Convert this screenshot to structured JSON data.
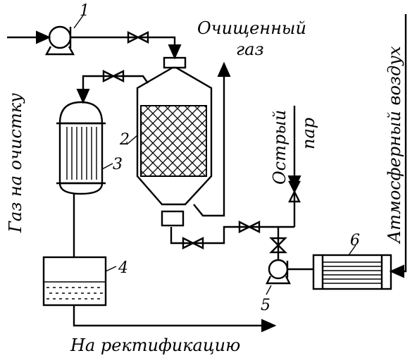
{
  "labels": {
    "gas_in": "Газ на очистку",
    "clean_gas_1": "Очищенный",
    "clean_gas_2": "газ",
    "steam_1": "Острый",
    "steam_2": "пар",
    "air": "Атмосферный воздух",
    "rectification": "На ректификацию"
  },
  "numbers": {
    "n1": "1",
    "n2": "2",
    "n3": "3",
    "n4": "4",
    "n5": "5",
    "n6": "6"
  }
}
